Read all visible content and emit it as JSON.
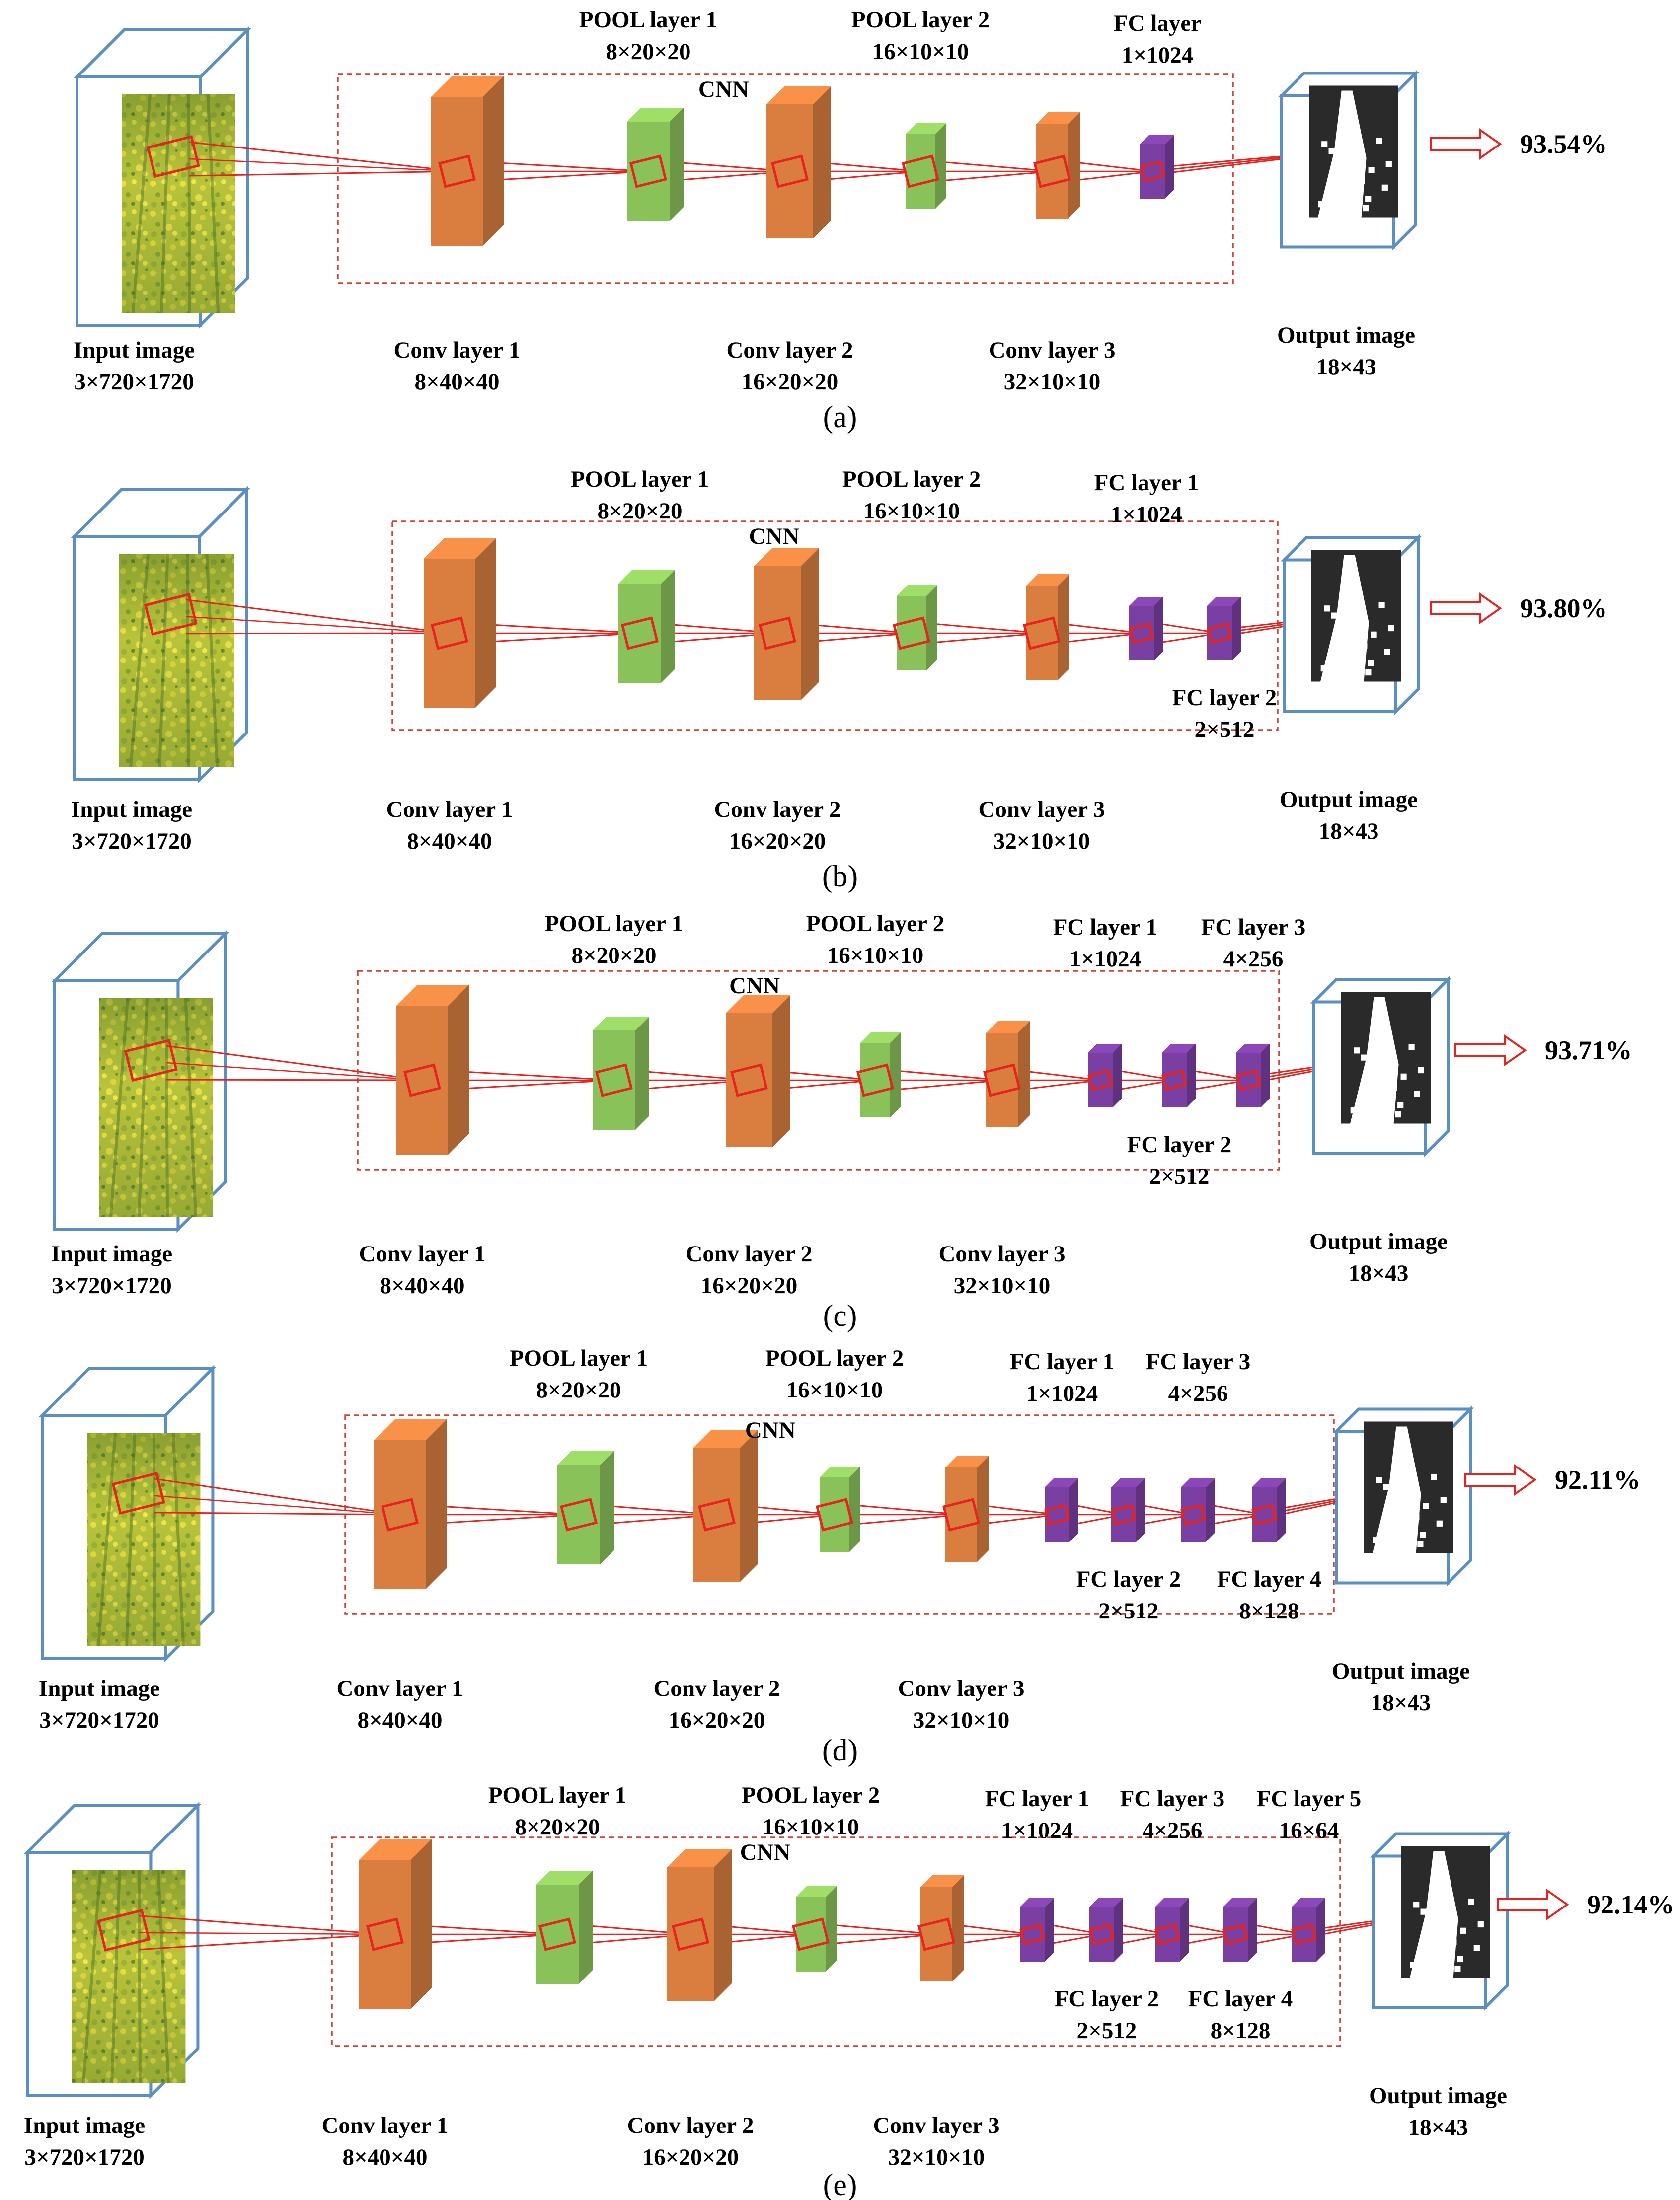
{
  "colors": {
    "conv": "#d97e3f",
    "pool": "#8ac25a",
    "fc": "#7a3fa2",
    "box_border": "#5a8fc4",
    "connect": "#e8231e",
    "frame": "#d2423a"
  },
  "panels": [
    {
      "caption": "(a)",
      "cnn_label": "CNN",
      "input_label": [
        "Input image",
        "3×720×1720"
      ],
      "output_label": [
        "Output image",
        "18×43"
      ],
      "accuracy": "93.54%",
      "layers": [
        {
          "kind": "conv",
          "label": [
            "Conv layer 1",
            "8×40×40"
          ]
        },
        {
          "kind": "pool",
          "label": [
            "POOL layer 1",
            "8×20×20"
          ]
        },
        {
          "kind": "conv",
          "label": [
            "Conv layer 2",
            "16×20×20"
          ]
        },
        {
          "kind": "pool",
          "label": [
            "POOL layer 2",
            "16×10×10"
          ]
        },
        {
          "kind": "conv",
          "label": [
            "Conv layer 3",
            "32×10×10"
          ]
        },
        {
          "kind": "fc",
          "label": [
            "FC layer",
            "1×1024"
          ]
        }
      ]
    },
    {
      "caption": "(b)",
      "cnn_label": "CNN",
      "input_label": [
        "Input image",
        "3×720×1720"
      ],
      "output_label": [
        "Output image",
        "18×43"
      ],
      "accuracy": "93.80%",
      "layers": [
        {
          "kind": "conv",
          "label": [
            "Conv layer 1",
            "8×40×40"
          ]
        },
        {
          "kind": "pool",
          "label": [
            "POOL layer 1",
            "8×20×20"
          ]
        },
        {
          "kind": "conv",
          "label": [
            "Conv layer 2",
            "16×20×20"
          ]
        },
        {
          "kind": "pool",
          "label": [
            "POOL layer 2",
            "16×10×10"
          ]
        },
        {
          "kind": "conv",
          "label": [
            "Conv layer 3",
            "32×10×10"
          ]
        },
        {
          "kind": "fc",
          "label": [
            "FC layer 1",
            "1×1024"
          ]
        },
        {
          "kind": "fc",
          "label": [
            "FC layer 2",
            "2×512"
          ]
        }
      ]
    },
    {
      "caption": "(c)",
      "cnn_label": "CNN",
      "input_label": [
        "Input image",
        "3×720×1720"
      ],
      "output_label": [
        "Output image",
        "18×43"
      ],
      "accuracy": "93.71%",
      "layers": [
        {
          "kind": "conv",
          "label": [
            "Conv layer 1",
            "8×40×40"
          ]
        },
        {
          "kind": "pool",
          "label": [
            "POOL layer 1",
            "8×20×20"
          ]
        },
        {
          "kind": "conv",
          "label": [
            "Conv layer 2",
            "16×20×20"
          ]
        },
        {
          "kind": "pool",
          "label": [
            "POOL layer 2",
            "16×10×10"
          ]
        },
        {
          "kind": "conv",
          "label": [
            "Conv layer 3",
            "32×10×10"
          ]
        },
        {
          "kind": "fc",
          "label": [
            "FC layer 1",
            "1×1024"
          ]
        },
        {
          "kind": "fc",
          "label": [
            "FC layer 2",
            "2×512"
          ]
        },
        {
          "kind": "fc",
          "label": [
            "FC layer 3",
            "4×256"
          ]
        }
      ]
    },
    {
      "caption": "(d)",
      "cnn_label": "CNN",
      "input_label": [
        "Input image",
        "3×720×1720"
      ],
      "output_label": [
        "Output image",
        "18×43"
      ],
      "accuracy": "92.11%",
      "layers": [
        {
          "kind": "conv",
          "label": [
            "Conv layer 1",
            "8×40×40"
          ]
        },
        {
          "kind": "pool",
          "label": [
            "POOL layer 1",
            "8×20×20"
          ]
        },
        {
          "kind": "conv",
          "label": [
            "Conv layer 2",
            "16×20×20"
          ]
        },
        {
          "kind": "pool",
          "label": [
            "POOL layer 2",
            "16×10×10"
          ]
        },
        {
          "kind": "conv",
          "label": [
            "Conv layer 3",
            "32×10×10"
          ]
        },
        {
          "kind": "fc",
          "label": [
            "FC layer 1",
            "1×1024"
          ]
        },
        {
          "kind": "fc",
          "label": [
            "FC layer 2",
            "2×512"
          ]
        },
        {
          "kind": "fc",
          "label": [
            "FC layer 3",
            "4×256"
          ]
        },
        {
          "kind": "fc",
          "label": [
            "FC layer 4",
            "8×128"
          ]
        }
      ]
    },
    {
      "caption": "(e)",
      "cnn_label": "CNN",
      "input_label": [
        "Input image",
        "3×720×1720"
      ],
      "output_label": [
        "Output image",
        "18×43"
      ],
      "accuracy": "92.14%",
      "layers": [
        {
          "kind": "conv",
          "label": [
            "Conv layer 1",
            "8×40×40"
          ]
        },
        {
          "kind": "pool",
          "label": [
            "POOL layer 1",
            "8×20×20"
          ]
        },
        {
          "kind": "conv",
          "label": [
            "Conv layer 2",
            "16×20×20"
          ]
        },
        {
          "kind": "pool",
          "label": [
            "POOL layer 2",
            "16×10×10"
          ]
        },
        {
          "kind": "conv",
          "label": [
            "Conv layer 3",
            "32×10×10"
          ]
        },
        {
          "kind": "fc",
          "label": [
            "FC layer 1",
            "1×1024"
          ]
        },
        {
          "kind": "fc",
          "label": [
            "FC layer 2",
            "2×512"
          ]
        },
        {
          "kind": "fc",
          "label": [
            "FC layer 3",
            "4×256"
          ]
        },
        {
          "kind": "fc",
          "label": [
            "FC layer 4",
            "8×128"
          ]
        },
        {
          "kind": "fc",
          "label": [
            "FC layer 5",
            "16×64"
          ]
        }
      ]
    }
  ]
}
